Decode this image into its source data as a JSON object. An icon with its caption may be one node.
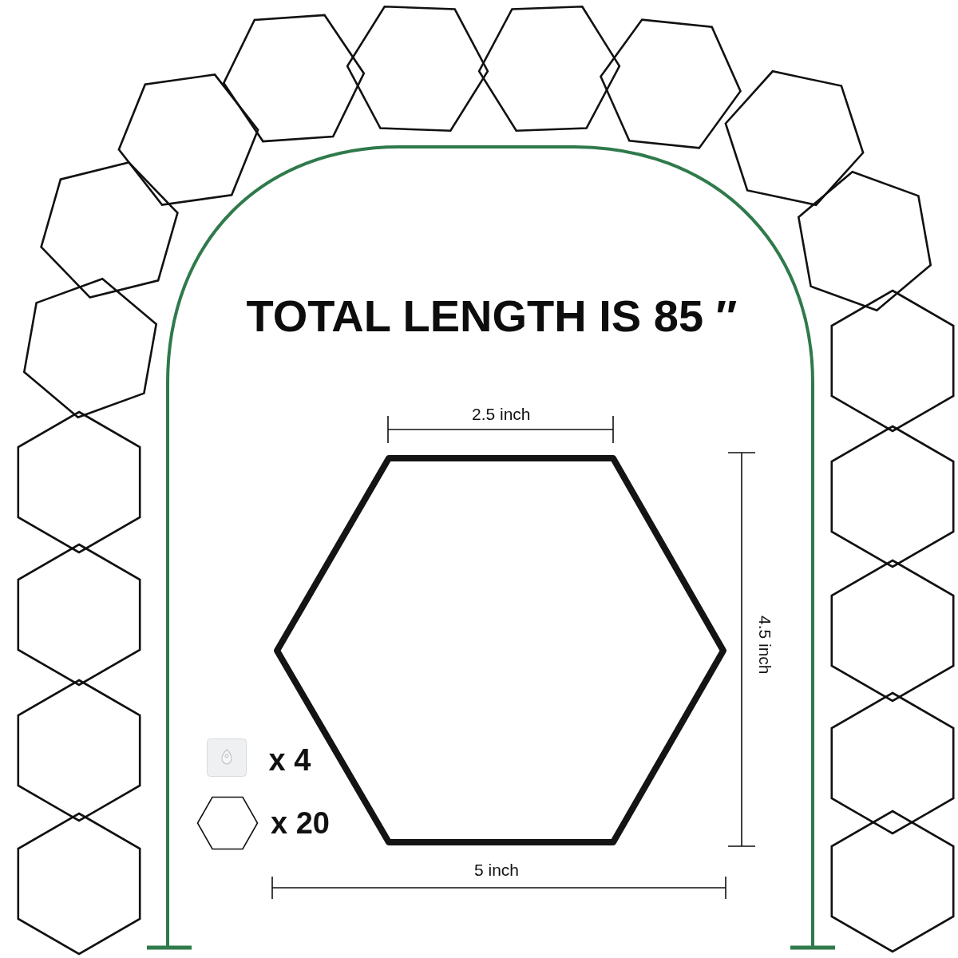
{
  "diagram": {
    "title": "TOTAL LENGTH IS 85 ″",
    "labels": [
      "2.5 inch",
      "4.5 inch",
      "x 4",
      "x 20",
      "5 inch"
    ]
  }
}
